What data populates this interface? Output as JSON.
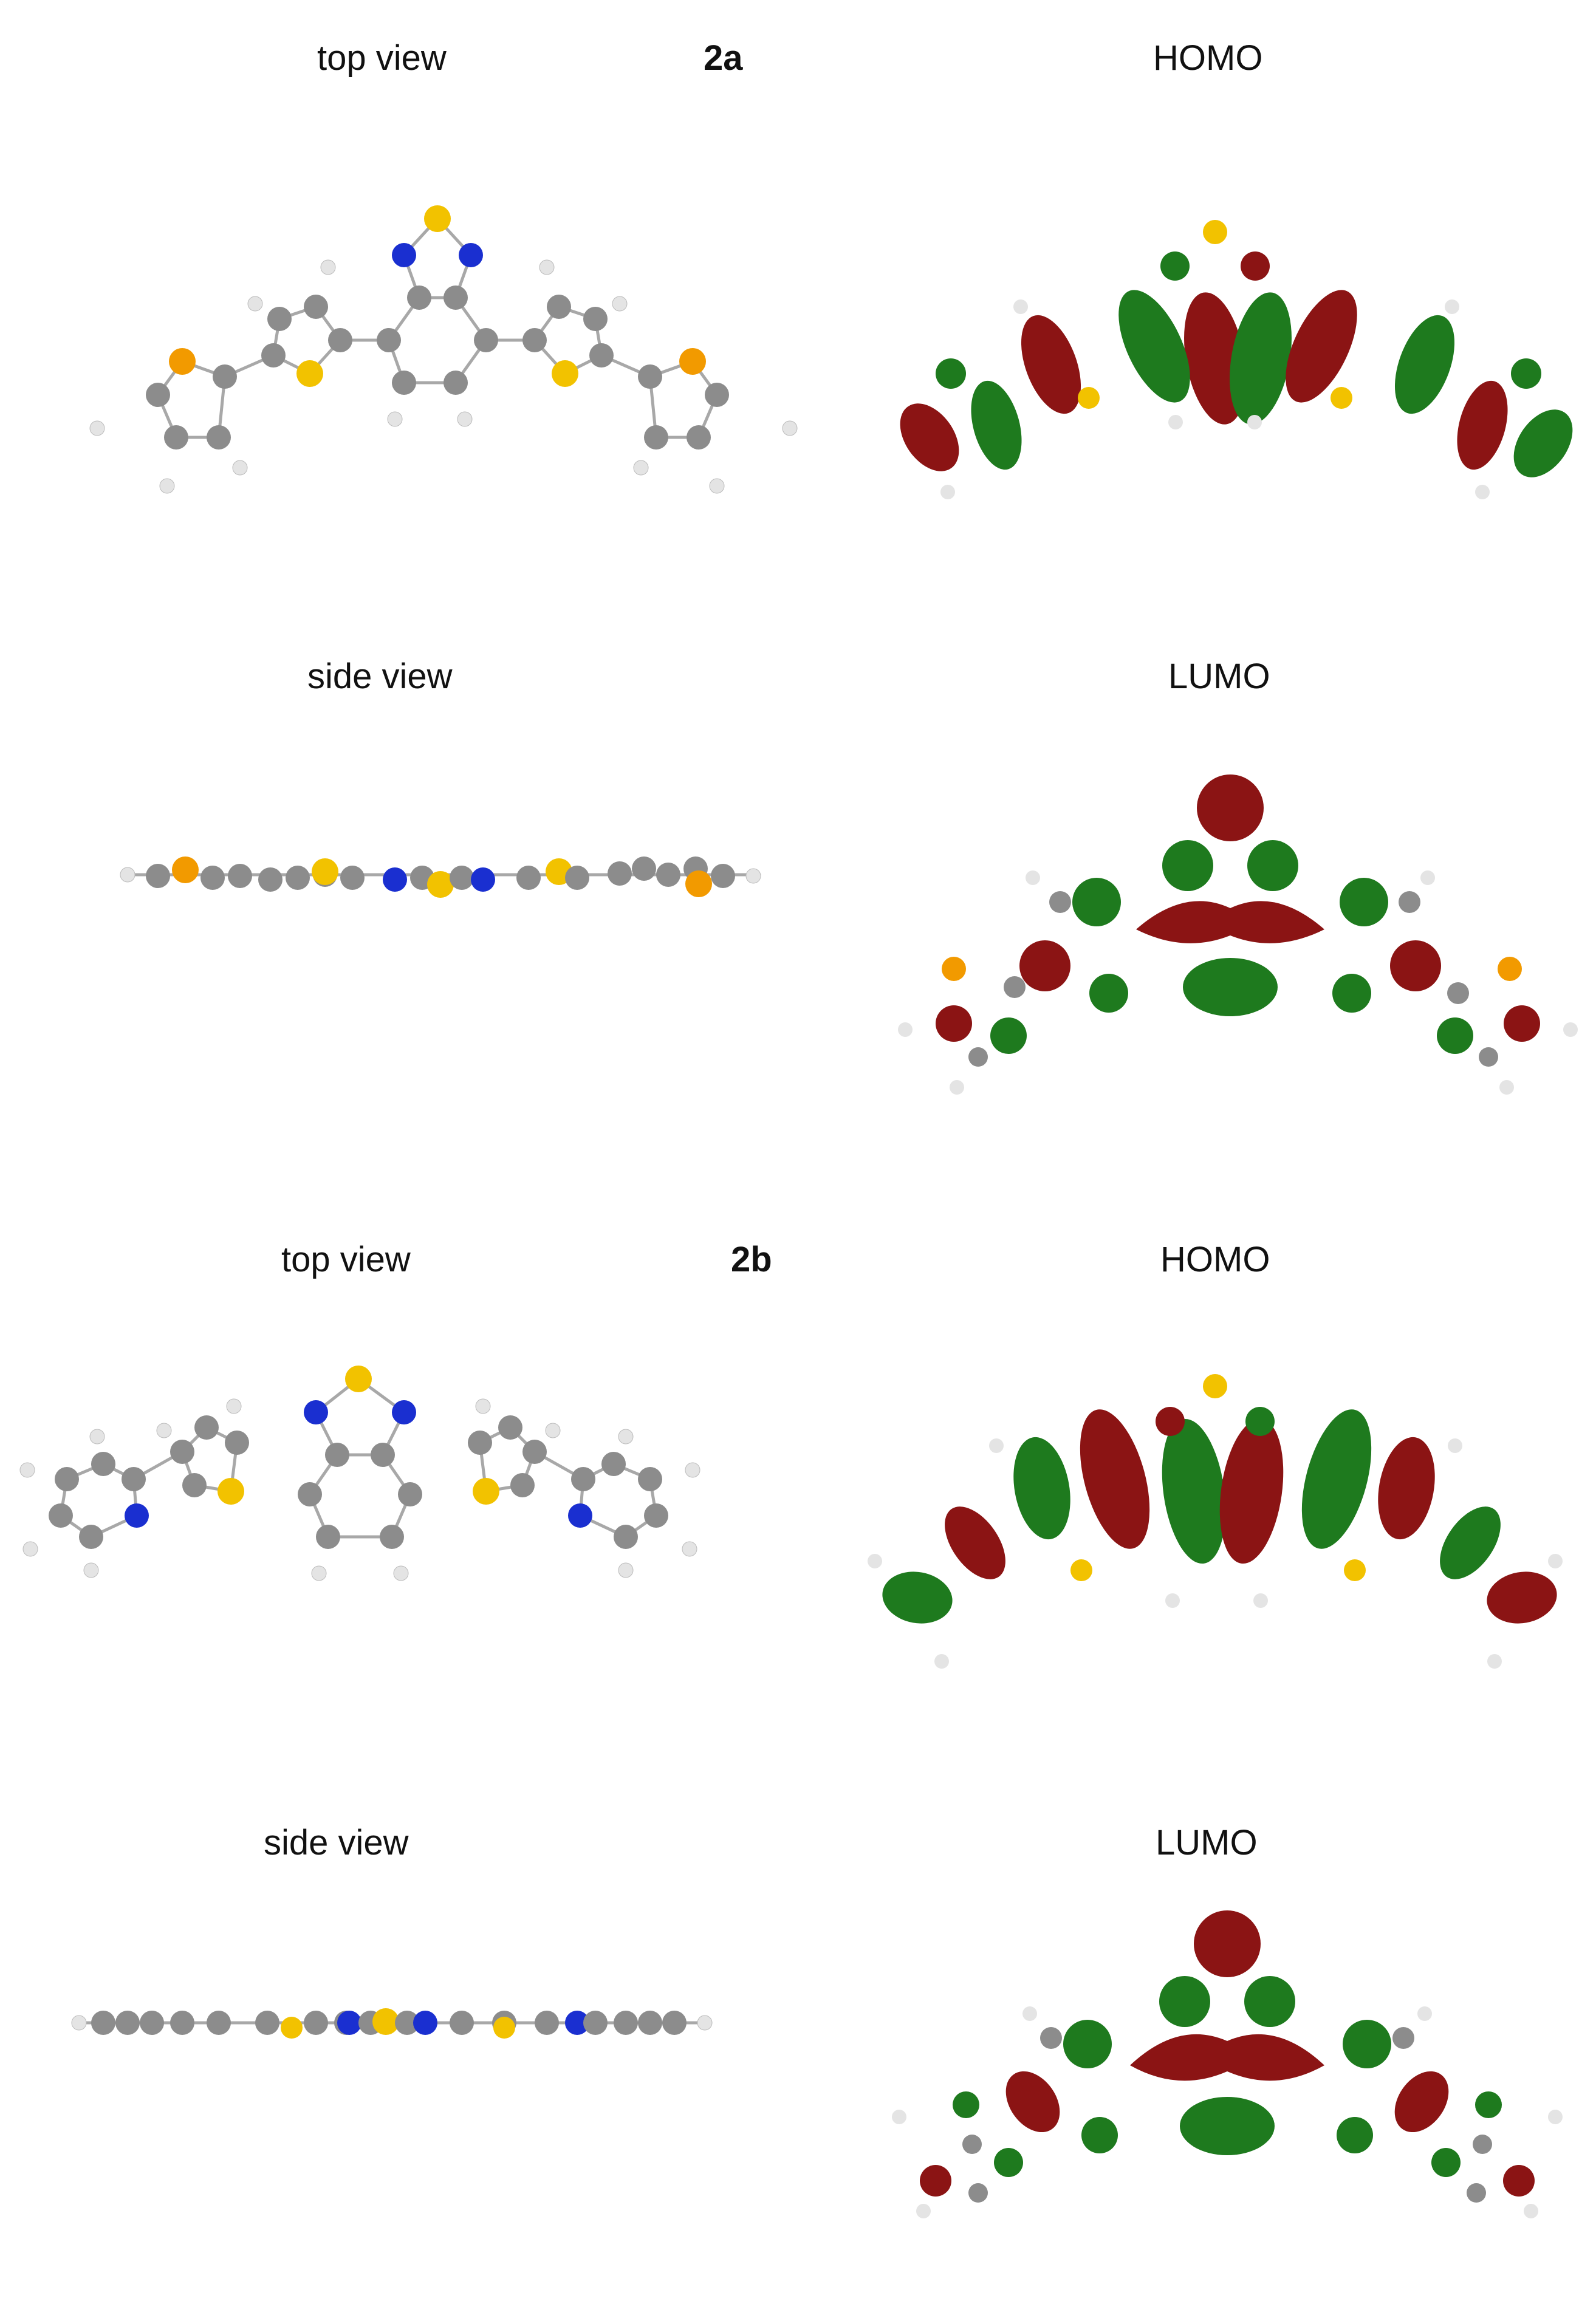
{
  "section_a": {
    "compound_label": "2a",
    "top_view_label": "top  view",
    "side_view_label": "side view",
    "homo_label": "HOMO",
    "lumo_label": "LUMO"
  },
  "section_b": {
    "compound_label": "2b",
    "top_view_label": "top  view",
    "side_view_label": "side view",
    "homo_label": "HOMO",
    "lumo_label": "LUMO"
  },
  "colors": {
    "carbon": "#8c8c8c",
    "hydrogen": "#e4e4e4",
    "nitrogen": "#1a2fd0",
    "sulfur": "#f2c200",
    "sulfur_furan": "#f29a00",
    "orbital_positive": "#8b1414",
    "orbital_negative": "#1e7a1e"
  }
}
